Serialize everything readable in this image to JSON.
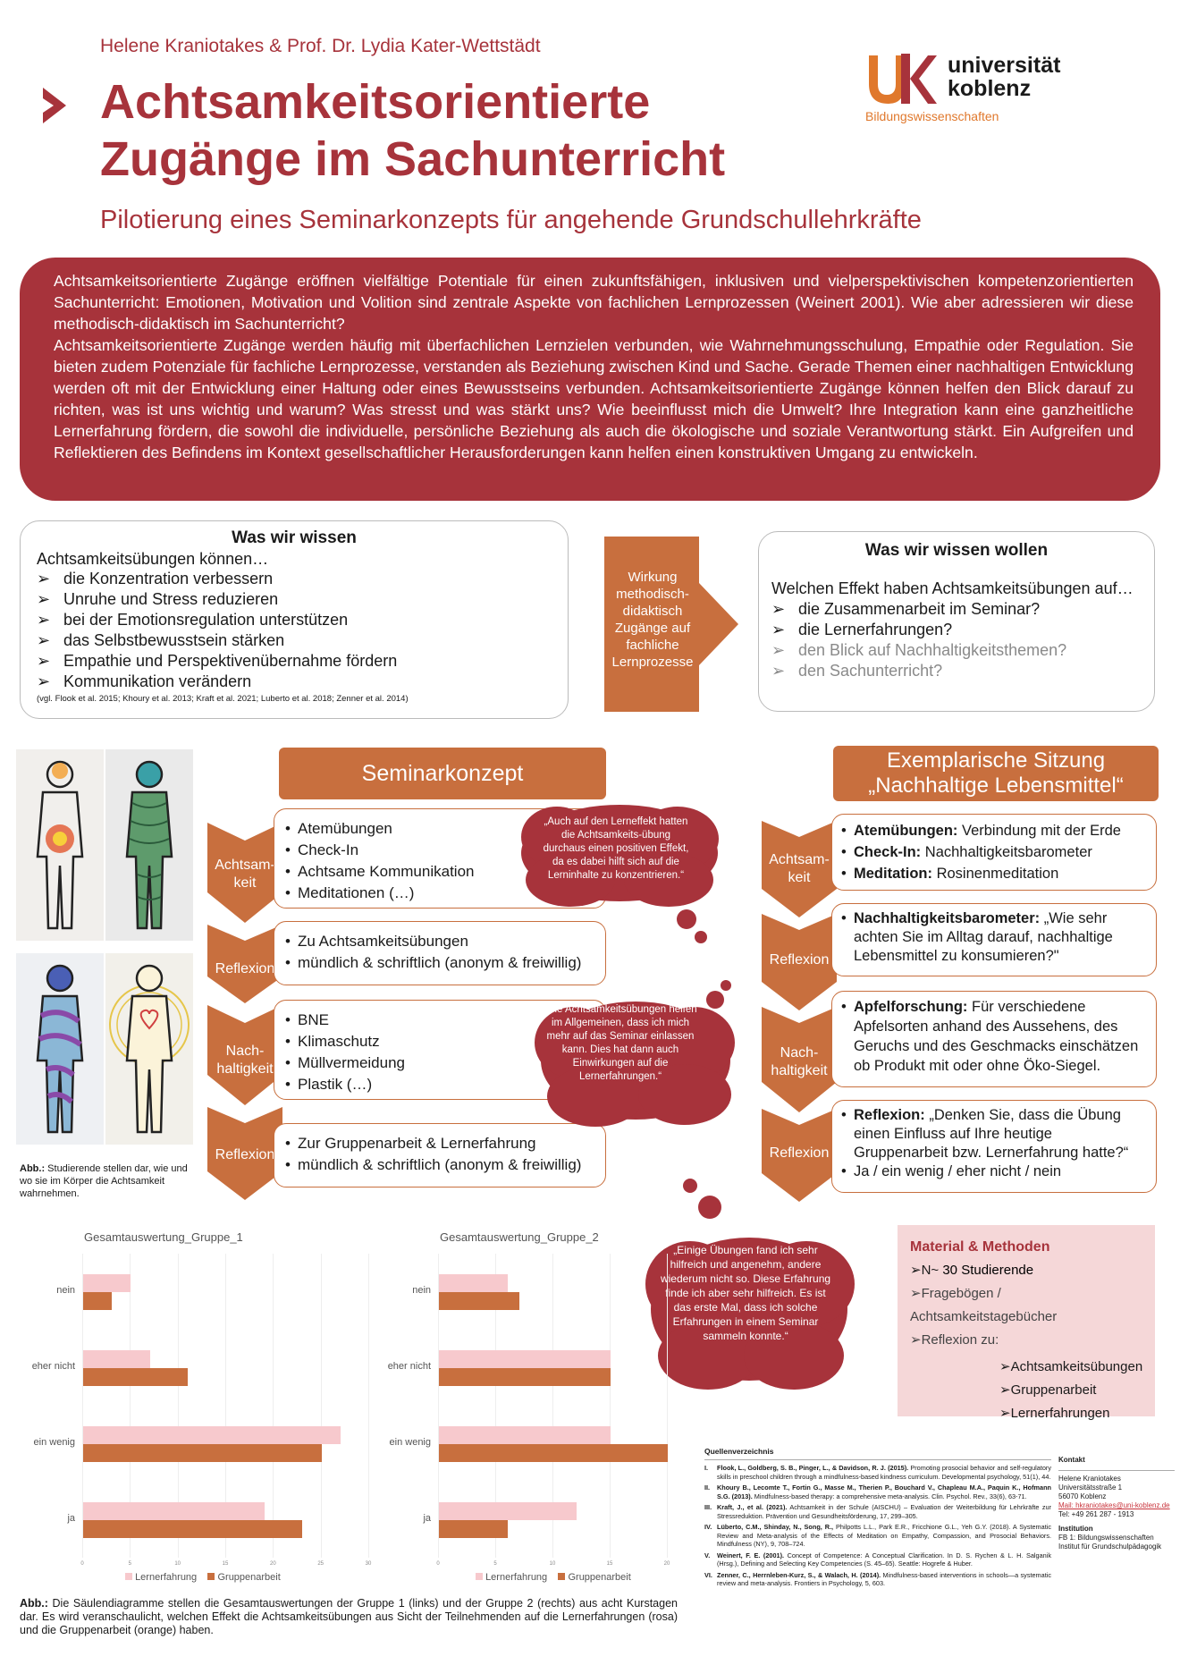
{
  "header": {
    "authors": "Helene Kraniotakes & Prof. Dr. Lydia Kater-Wettstädt",
    "title_line1": "Achtsamkeitsorientierte",
    "title_line2": "Zugänge im Sachunterricht",
    "subtitle": "Pilotierung eines Seminarkonzepts für angehende Grundschullehrkräfte"
  },
  "logo": {
    "letters": "UK",
    "name_line1": "universität",
    "name_line2": "koblenz",
    "faculty": "Bildungswissenschaften"
  },
  "intro": {
    "p1": "Achtsamkeitsorientierte Zugänge eröffnen vielfältige Potentiale für einen zukunftsfähigen, inklusiven und vielperspektivischen kompetenzorientierten Sachunterricht: Emotionen, Motivation und Volition sind zentrale Aspekte von fachlichen Lernprozessen (Weinert 2001). Wie aber adressieren wir diese methodisch-didaktisch im Sachunterricht?",
    "p2": "Achtsamkeitsorientierte Zugänge werden häufig mit überfachlichen Lernzielen verbunden, wie Wahrnehmungsschulung, Empathie oder Regulation. Sie bieten zudem Potenziale für fachliche Lernprozesse, verstanden als Beziehung zwischen Kind und Sache. Gerade Themen einer nachhaltigen Entwicklung werden oft mit der Entwicklung einer Haltung oder eines Bewusstseins verbunden. Achtsamkeitsorientierte Zugänge können helfen den Blick darauf zu richten, was ist uns wichtig und warum? Was stresst und was stärkt uns? Wie beeinflusst mich die Umwelt? Ihre Integration kann eine ganzheitliche Lernerfahrung fördern, die sowohl die individuelle, persönliche Beziehung als auch die ökologische und soziale Verantwortung stärkt. Ein Aufgreifen und Reflektieren des Befindens im Kontext gesellschaftlicher Herausforderungen kann helfen einen konstruktiven Umgang zu entwickeln."
  },
  "know": {
    "title": "Was wir wissen",
    "lead": "Achtsamkeitsübungen können…",
    "items": [
      "die Konzentration verbessern",
      "Unruhe und Stress reduzieren",
      "bei der Emotionsregulation unterstützen",
      "das Selbstbewusstsein stärken",
      "Empathie und Perspektivenübernahme fördern",
      "Kommunikation verändern"
    ],
    "citation": "(vgl. Flook et al. 2015; Khoury et al. 2013; Kraft et al. 2021; Luberto et al. 2018; Zenner et al. 2014)"
  },
  "arrow_box": {
    "text": "Wirkung methodisch-didaktisch Zugänge auf fachliche Lernprozesse"
  },
  "want": {
    "title": "Was wir wissen wollen",
    "lead": "Welchen Effekt haben Achtsamkeitsübungen auf…",
    "items": [
      "die Zusammenarbeit im Seminar?",
      "die Lernerfahrungen?",
      "den Blick auf Nachhaltigkeitsthemen?",
      "den Sachunterricht?"
    ]
  },
  "figures": {
    "caption_bold": "Abb.:",
    "caption": "Studierende stellen dar, wie und wo sie im Körper die Achtsamkeit wahrnehmen."
  },
  "seminar": {
    "title": "Seminarkonzept",
    "rows": [
      {
        "label": "Achtsam-keit",
        "items": [
          "Atemübungen",
          "Check-In",
          "Achtsame Kommunikation",
          "Meditationen (…)"
        ]
      },
      {
        "label": "Reflexion",
        "items": [
          "Zu Achtsamkeitsübungen",
          "mündlich & schriftlich (anonym & freiwillig)"
        ]
      },
      {
        "label": "Nach-haltigkeit",
        "items": [
          "BNE",
          "Klimaschutz",
          "Müllvermeidung",
          "Plastik (…)"
        ]
      },
      {
        "label": "Reflexion",
        "items": [
          "Zur Gruppenarbeit & Lernerfahrung",
          "mündlich & schriftlich (anonym & freiwillig)"
        ]
      }
    ]
  },
  "session": {
    "title_line1": "Exemplarische Sitzung",
    "title_line2": "„Nachhaltige Lebensmittel“",
    "rows": [
      {
        "label": "Achtsam-keit",
        "items": [
          {
            "bold": "Atemübungen:",
            "text": " Verbindung mit der Erde"
          },
          {
            "bold": "Check-In:",
            "text": " Nachhaltigkeitsbarometer"
          },
          {
            "bold": "Meditation:",
            "text": " Rosinenmeditation"
          }
        ]
      },
      {
        "label": "Reflexion",
        "items": [
          {
            "bold": "Nachhaltigkeitsbarometer:",
            "text": " „Wie sehr achten Sie im Alltag darauf, nachhaltige Lebensmittel zu konsumieren?\""
          }
        ]
      },
      {
        "label": "Nach-haltigkeit",
        "items": [
          {
            "bold": "Apfelforschung:",
            "text": " Für verschiedene Apfelsorten anhand des Aussehens, des Geruchs und des Geschmacks einschätzen ob Produkt mit oder ohne Öko-Siegel."
          }
        ]
      },
      {
        "label": "Reflexion",
        "items": [
          {
            "bold": "Reflexion:",
            "text": " „Denken Sie, dass die Übung einen Einfluss auf Ihre heutige Gruppenarbeit bzw. Lernerfahrung hatte?“"
          },
          {
            "bold": "",
            "text": "Ja / ein wenig / eher nicht / nein"
          }
        ]
      }
    ]
  },
  "quotes": [
    "„Auch auf den Lerneffekt hatten die Achtsamkeits-übung durchaus einen positiven Effekt, da es dabei hilft sich auf die Lerninhalte zu konzentrieren.“",
    "„Die Achtsamkeitsübungen helfen im Allgemeinen, dass ich mich mehr auf das Seminar einlassen kann. Dies hat dann auch Einwirkungen auf die Lernerfahrungen.“",
    "„Einige Übungen fand ich sehr hilfreich und angenehm, andere wiederum nicht so. Diese Erfahrung finde ich aber sehr hilfreich. Es ist das erste Mal, dass ich solche Erfahrungen in einem Seminar sammeln konnte.“"
  ],
  "chart_data": [
    {
      "type": "bar",
      "orientation": "horizontal",
      "title": "Gesamtauswertung_Gruppe_1",
      "categories": [
        "nein",
        "eher nicht",
        "ein wenig",
        "ja"
      ],
      "series": [
        {
          "name": "Lernerfahrung",
          "color": "#f7c9cd",
          "values": [
            5,
            7,
            27,
            19
          ]
        },
        {
          "name": "Gruppenarbeit",
          "color": "#c86f3e",
          "values": [
            3,
            11,
            25,
            23
          ]
        }
      ],
      "xlim": [
        0,
        30
      ],
      "xticks": [
        0,
        5,
        10,
        15,
        20,
        25,
        30
      ],
      "legend": "bottom"
    },
    {
      "type": "bar",
      "orientation": "horizontal",
      "title": "Gesamtauswertung_Gruppe_2",
      "categories": [
        "nein",
        "eher nicht",
        "ein wenig",
        "ja"
      ],
      "series": [
        {
          "name": "Lernerfahrung",
          "color": "#f7c9cd",
          "values": [
            6,
            15,
            15,
            12
          ]
        },
        {
          "name": "Gruppenarbeit",
          "color": "#c86f3e",
          "values": [
            7,
            15,
            20,
            6
          ]
        }
      ],
      "xlim": [
        0,
        20
      ],
      "xticks": [
        0,
        5,
        10,
        15,
        20
      ],
      "legend": "bottom"
    }
  ],
  "chart_caption": {
    "bold": "Abb.:",
    "text": "Die Säulendiagramme stellen die Gesamtauswertungen der Gruppe 1 (links) und der Gruppe 2 (rechts) aus acht Kurstagen dar. Es wird veranschaulicht, welchen Effekt die Achtsamkeitsübungen aus Sicht der Teilnehmenden auf die Lernerfahrungen (rosa) und die Gruppenarbeit (orange) haben."
  },
  "methods": {
    "title": "Material & Methoden",
    "n_prefix": "N~",
    "n_text": "30 Studierende",
    "item2": "Fragebögen / Achtsamkeitstagebücher",
    "item3": "Reflexion zu:",
    "subitems": [
      "Achtsamkeitsübungen",
      "Gruppenarbeit",
      "Lernerfahrungen"
    ]
  },
  "references": {
    "title": "Quellenverzeichnis",
    "items": [
      {
        "num": "I.",
        "bold": "Flook, L., Goldberg, S. B., Pinger, L., & Davidson, R. J. (2015).",
        "text": " Promoting prosocial behavior and self-regulatory skills in preschool children through a mindfulness-based kindness curriculum. Developmental psychology, 51(1), 44."
      },
      {
        "num": "II.",
        "bold": "Khoury B., Lecomte T., Fortin G., Masse M., Therien P., Bouchard V., Chapleau M.A., Paquin K., Hofmann S.G. (2013).",
        "text": " Mindfulness-based therapy: a comprehensive meta-analysis. Clin. Psychol. Rev., 33(6), 63-71."
      },
      {
        "num": "III.",
        "bold": "Kraft, J., et al. (2021).",
        "text": " Achtsamkeit in der Schule (AISCHU) – Evaluation der Weiterbildung für Lehrkräfte zur Stressreduktion. Prävention und Gesundheitsförderung, 17, 299–305."
      },
      {
        "num": "IV.",
        "bold": "Lüberto, C.M., Shinday, N., Song, R.,",
        "text": " Philpotts L.L., Park E.R., Fricchione G.L., Yeh G.Y. (2018). A Systematic Review and Meta-analysis of the Effects of Meditation on Empathy, Compassion, and Prosocial Behaviors. Mindfulness (NY), 9, 708–724."
      },
      {
        "num": "V.",
        "bold": "Weinert, F. E. (2001).",
        "text": " Concept of Competence: A Conceptual Clarification. In D. S. Rychen & L. H. Salganik (Hrsg.), Defining and Selecting Key Competencies (S. 45–65). Seattle: Hogrefe & Huber."
      },
      {
        "num": "VI.",
        "bold": "Zenner, C., Herrnleben-Kurz, S., & Walach, H. (2014).",
        "text": " Mindfulness-based interventions in schools—a systematic review and meta-analysis. Frontiers in Psychology, 5, 603."
      }
    ]
  },
  "contact": {
    "title": "Kontakt",
    "name": "Helene Kraniotakes",
    "street": "Universitätsstraße 1",
    "city": "56070 Koblenz",
    "mail": "Mail: hkraniotakes@uni-koblenz.de",
    "tel": "Tel: +49 261 287 - 1913",
    "institution_title": "Institution",
    "inst1": "FB 1: Bildungswissenschaften",
    "inst2": "Institut für Grundschulpädagogik"
  },
  "colors": {
    "brand_red": "#a7333b",
    "accent_orange": "#c86f3e",
    "pink": "#f7c9cd",
    "methods_bg": "#f5d7d8"
  }
}
